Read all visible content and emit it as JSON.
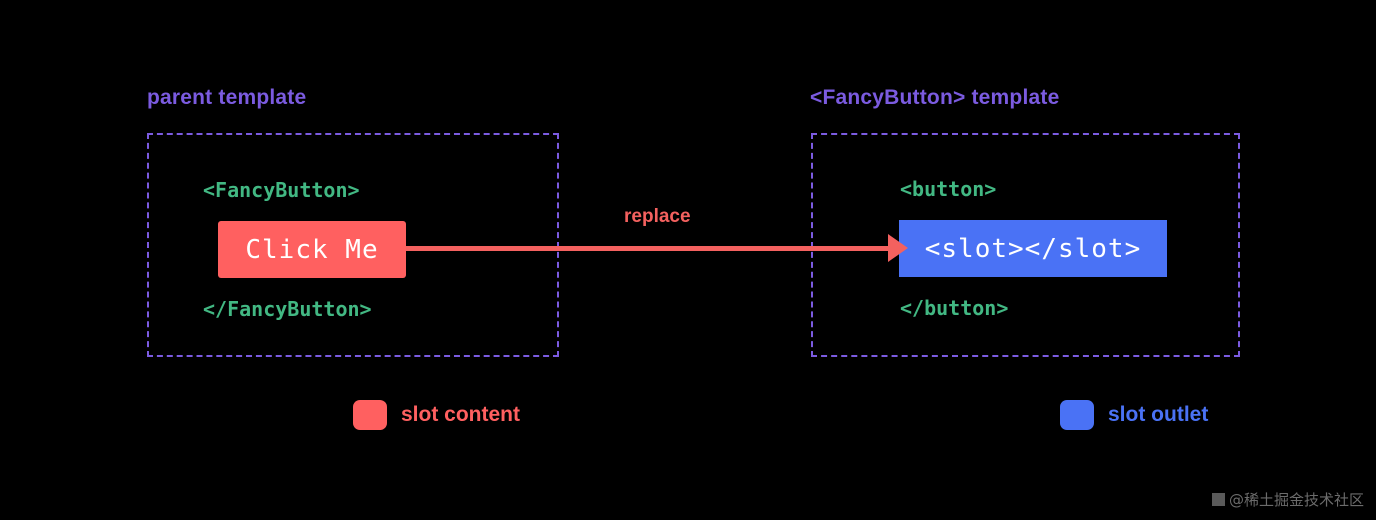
{
  "colors": {
    "background": "#000000",
    "title_purple": "#7b5be0",
    "border_purple": "#7b5be0",
    "code_green": "#42b883",
    "slot_content_red": "#ff6060",
    "slot_outlet_blue": "#4a72f5",
    "arrow_red": "#f4615f",
    "chip_text": "#ffffff",
    "watermark_gray": "#6b6b6b"
  },
  "panels": {
    "left": {
      "title": "parent template",
      "open_tag": "<FancyButton>",
      "close_tag": "</FancyButton>",
      "chip_label": "Click Me"
    },
    "right": {
      "title": "<FancyButton> template",
      "open_tag": "<button>",
      "close_tag": "</button>",
      "chip_label": "<slot></slot>"
    }
  },
  "arrow": {
    "label": "replace"
  },
  "legend": [
    {
      "label": "slot content",
      "color": "#ff6060"
    },
    {
      "label": "slot outlet",
      "color": "#4a72f5"
    }
  ],
  "watermark": {
    "text": "@稀土掘金技术社区"
  }
}
